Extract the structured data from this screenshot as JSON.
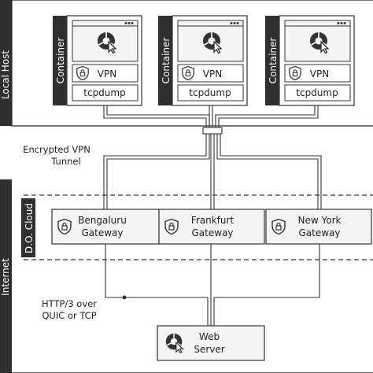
{
  "local_host": {
    "label": "Local Host",
    "containers": [
      {
        "label": "Container",
        "vpn": "VPN",
        "tcpdump": "tcpdump"
      },
      {
        "label": "Container",
        "vpn": "VPN",
        "tcpdump": "tcpdump"
      },
      {
        "label": "Container",
        "vpn": "VPN",
        "tcpdump": "tcpdump"
      }
    ]
  },
  "tunnel_label": [
    "Encrypted VPN",
    "Tunnel"
  ],
  "internet": {
    "label": "Internet",
    "cloud_label": "D.O. Cloud",
    "gateways": [
      {
        "lines": [
          "Bengaluru",
          "Gateway"
        ]
      },
      {
        "lines": [
          "Frankfurt",
          "Gateway"
        ]
      },
      {
        "lines": [
          "New York",
          "Gateway"
        ]
      }
    ]
  },
  "protocol_label": [
    "HTTP/3 over",
    "QUIC or TCP"
  ],
  "web_server": {
    "lines": [
      "Web",
      "Server"
    ]
  },
  "icons": [
    "chrome-cursor-icon",
    "shield-lock-icon"
  ],
  "colors": {
    "dark": "#2f2f2f",
    "line": "#333333",
    "box_fill": "#f4f4f4"
  }
}
